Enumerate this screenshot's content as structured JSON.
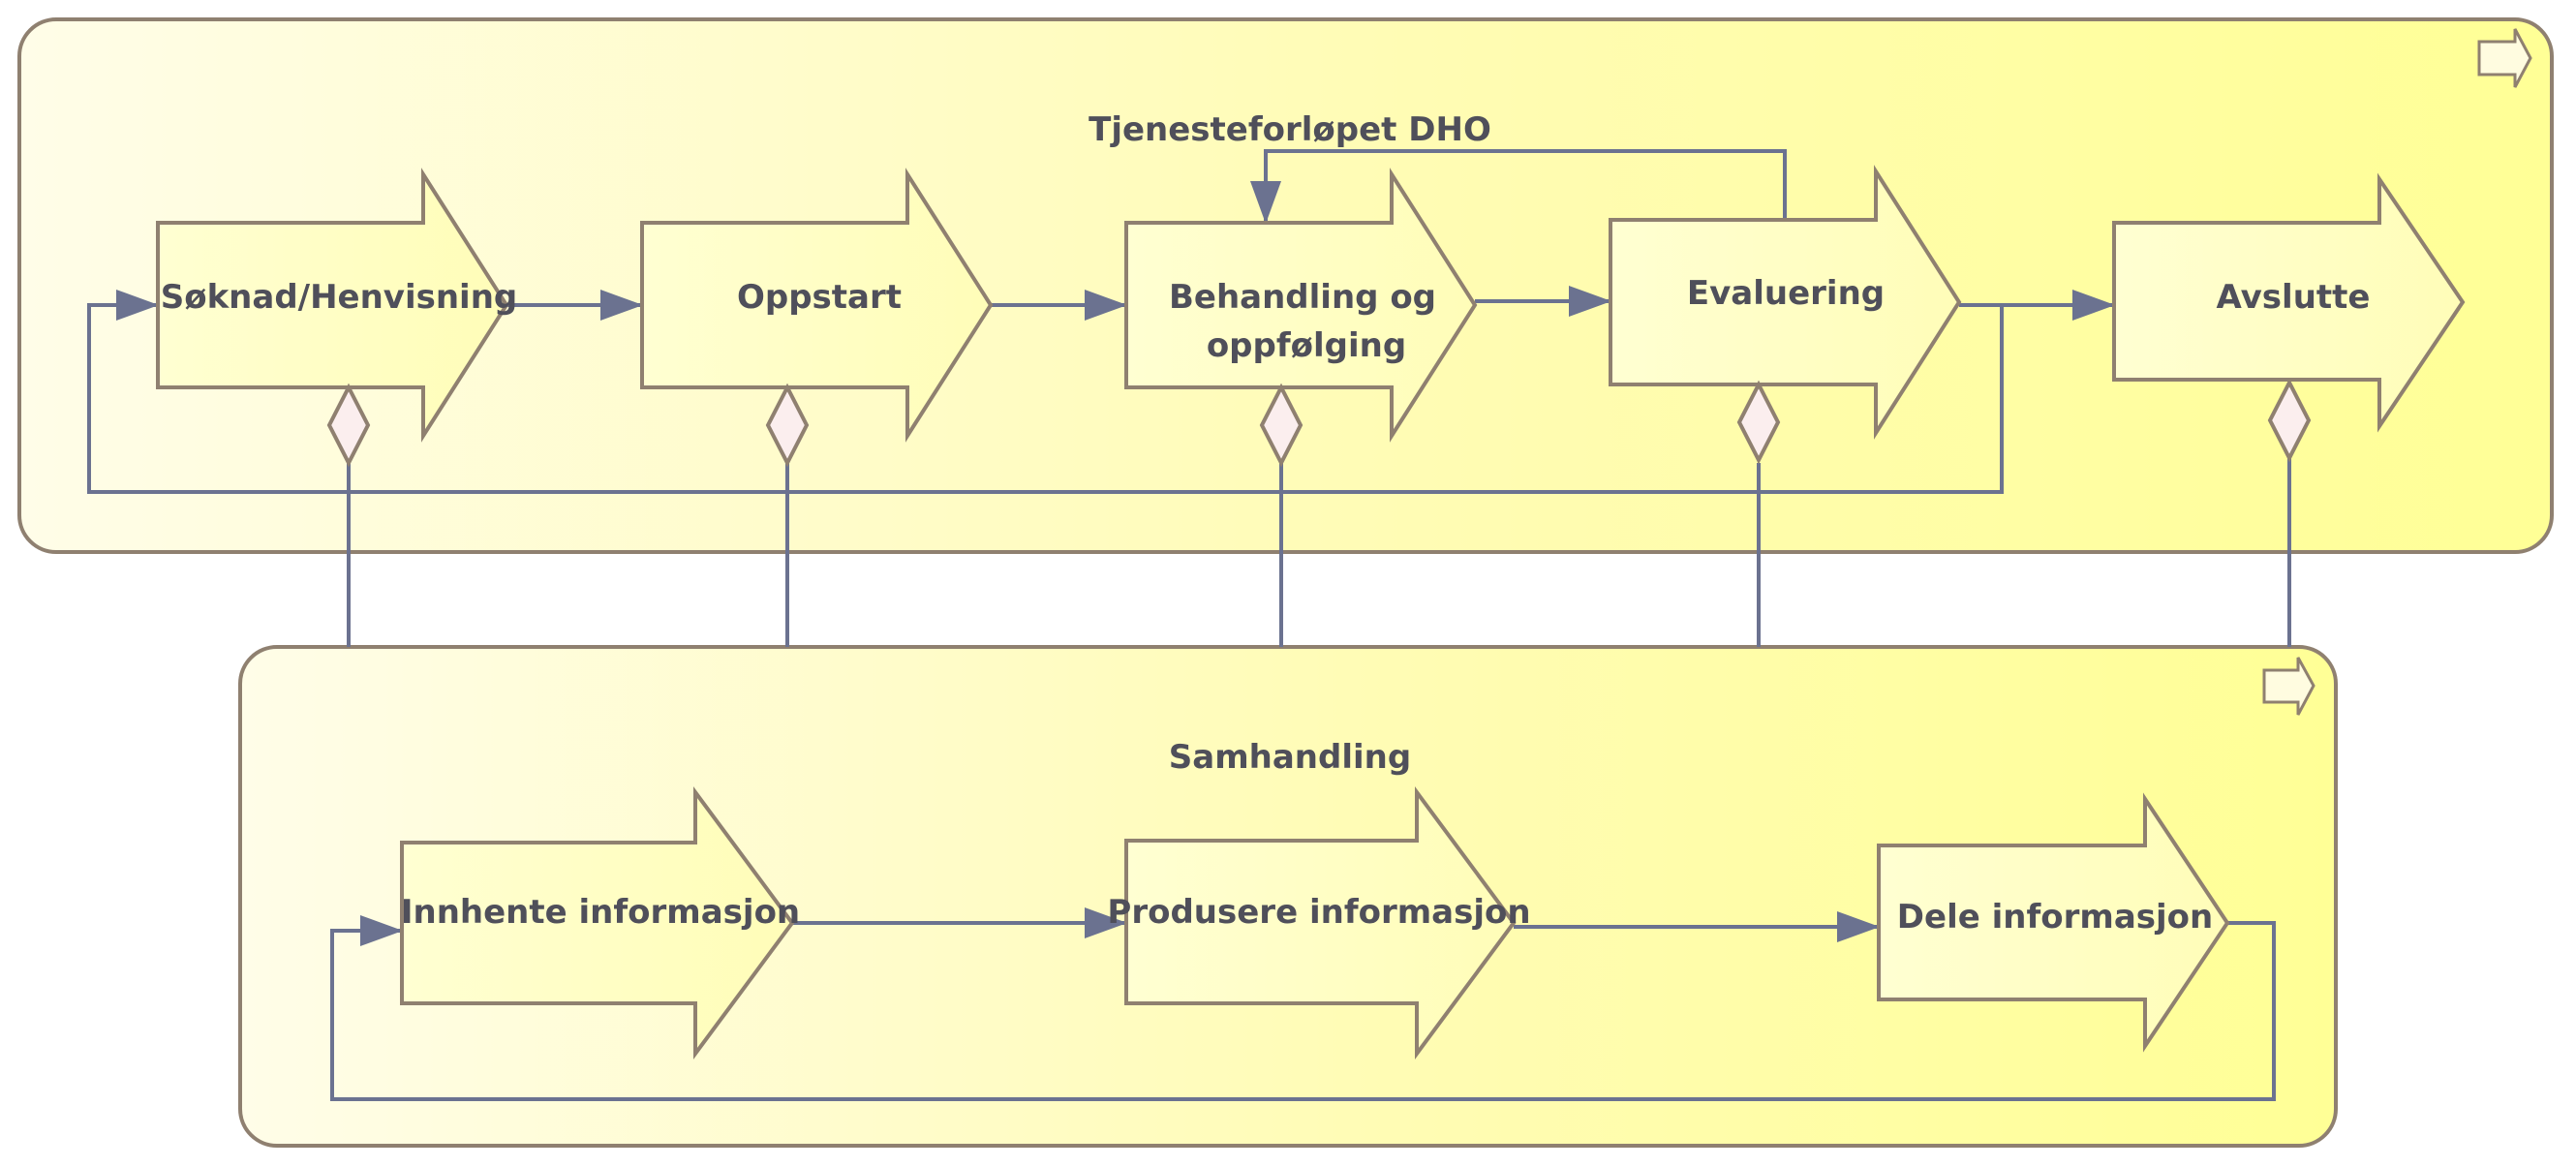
{
  "colors": {
    "panel_fill_start": "#fffde0",
    "panel_fill_end": "#ffff99",
    "outline": "#8f8070",
    "connector": "#6b7290",
    "diamond_fill": "#fbeeee"
  },
  "process": {
    "title": "Tjenesteforløpet DHO",
    "icon": "arrow-right-outline-icon",
    "steps": [
      {
        "label": "Søknad/Henvisning"
      },
      {
        "label": "Oppstart"
      },
      {
        "label_line1": "Behandling og",
        "label_line2": "oppfølging"
      },
      {
        "label": "Evaluering"
      },
      {
        "label": "Avslutte"
      }
    ]
  },
  "collaboration": {
    "title": "Samhandling",
    "icon": "arrow-right-outline-icon",
    "steps": [
      {
        "label": "Innhente informasjon"
      },
      {
        "label": "Produsere informasjon"
      },
      {
        "label": "Dele informasjon"
      }
    ]
  }
}
